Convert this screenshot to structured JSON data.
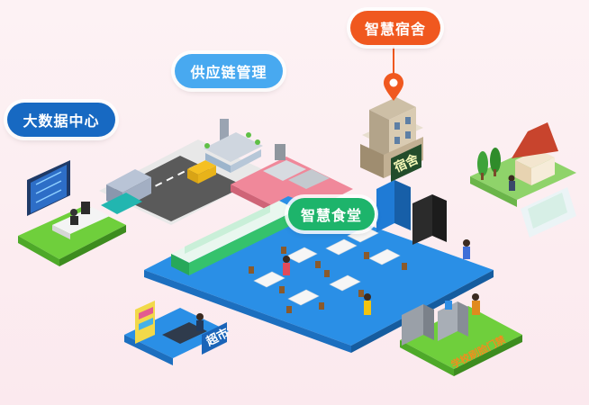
{
  "labels": {
    "big_data_center": "大数据中心",
    "supply_chain": "供应链管理",
    "smart_dorm": "智慧宿舍",
    "smart_canteen": "智慧食堂"
  },
  "signs": {
    "dorm_sign": "宿舍",
    "supermarket_sign": "超市",
    "gate_sign": "学校刷脸门禁"
  },
  "colors": {
    "big_data_center": "#1769c2",
    "supply_chain": "#48a9f0",
    "smart_dorm": "#f0581f",
    "smart_canteen": "#1db46b",
    "canteen_floor": "#2a8fe6",
    "background": "#fdf1f3"
  }
}
